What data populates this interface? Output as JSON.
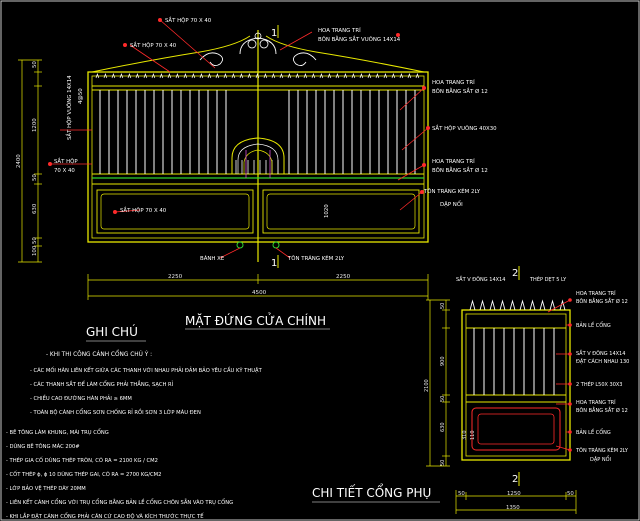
{
  "colors": {
    "background": "#000000",
    "frame": "#e8e800",
    "bars": "#ffffff",
    "green": "#2fd32f",
    "red": "#ff2a2a",
    "label": "#ffffff",
    "dim": "#e8e8e8",
    "magenta": "#d24dd2",
    "border": "#c8c8c8"
  },
  "main_gate": {
    "section_mark": "1",
    "labels": {
      "top_left_1": "SẮT HỘP 70 X 40",
      "top_left_2": "SẮT HỘP 70 X 40",
      "deco_top_1": "HOA TRANG TRÍ",
      "deco_top_2": "BÔN BẰNG SẮT VUÔNG 14X14",
      "deco_right_1": "HOA TRANG TRÍ",
      "deco_right_2": "BÔN BẰNG SẮT Ø 12",
      "sq_tube": "SẮT HỘP VUÔNG 40X30",
      "deco_mid_1": "HOA TRANG TRÍ",
      "deco_mid_2": "BÔN BẰNG SẮT Ø 12",
      "sheet_1": "TÔN TRÁNG KẼM 2LY",
      "sheet_2": "DẬP NỔI",
      "left_vertical": "SẮT HỘP VUÔNG 14X14",
      "left_box_1": "SẮT HỘP",
      "left_box_2": "70 X 40",
      "lower_box": "SẮT HỘP 70 X 40",
      "wheel": "BÁNH XE",
      "bottom_sheet": "TÔN TRÁNG KẼM 2LY"
    },
    "dim_left_inner": [
      "50",
      "1200",
      "50",
      "630",
      "50",
      "100"
    ],
    "dim_left_total": "2400",
    "dim_bottom_half_left": "2250",
    "dim_bottom_half_right": "2250",
    "dim_bottom_total": "4500",
    "dim_inner_1020": "1020",
    "dim_inner_small": "4@50",
    "title": "MẶT ĐỨNG CỬA CHÍNH"
  },
  "notes": {
    "heading": "GHI CHÚ",
    "intro": "KHI THI CÔNG CÁNH CỔNG CHÚ Ý :",
    "items": [
      "CÁC MỐI HÀN LIÊN KẾT GIỮA CÁC THANH VỚI NHAU PHẢI ĐẢM BẢO YÊU CẦU KỸ THUẬT",
      "CÁC THANH SẮT ĐỂ LÀM CỔNG PHẢI THẲNG, SẠCH RỈ",
      "CHIỀU CAO ĐƯỜNG HÀN PHẢI ≥ 6MM",
      "TOÀN BỘ CÁNH CỔNG SƠN CHỐNG RỈ RỒI SƠN 3 LỚP MÀU ĐEN"
    ],
    "bullets": [
      "BÊ TÔNG LÀM KHUNG, MÁI TRỤ CỔNG",
      "DÙNG BÊ TÔNG MÁC 200#",
      "THÉP GIA CỐ DÙNG THÉP TRÒN, CÓ RA = 2100 KG / CM2",
      "CỐT THÉP ɸ, ɸ 10 DÙNG THÉP GAI, CÓ RA = 2700 KG/CM2",
      "LỚP BẢO VỆ THÉP DÀY 20MM",
      "LIÊN KẾT CÁNH CỔNG VỚI TRỤ CỔNG BẰNG BẢN LỀ CỔNG CHÔN SẴN VÀO TRỤ CỔNG",
      "KHI LẮP ĐẶT CÁNH CỔNG PHẢI CĂN CỨ CAO ĐỘ VÀ KÍCH THƯỚC THỰC TẾ"
    ]
  },
  "side_gate": {
    "section_mark": "2",
    "labels": {
      "top_tube": "SẮT V ĐÔNG 14X14",
      "top_plate": "THÉP DẸT 5 LY",
      "deco_1": "HOA TRANG TRÍ",
      "deco_2": "BÔN BẰNG SẮT Ø 12",
      "hinge": "BẢN LỀ CỔNG",
      "sq_1": "SẮT V ĐÔNG 14X14",
      "sq_2": "ĐẶT CÁCH NHAU 130",
      "flat": "2 THÉP L50X 30X3",
      "deco_low_1": "HOA TRANG TRÍ",
      "deco_low_2": "BÔN BẰNG SẮT Ø 12",
      "hinge_low": "BẢN LỀ CỔNG",
      "sheet_1": "TÔN TRÁNG KẼM 2LY",
      "sheet_2": "DẬP NỔI"
    },
    "dim_left": [
      "50",
      "900",
      "50",
      "630",
      "50"
    ],
    "dim_left_total": "2100",
    "dim_inner": [
      "310",
      "110"
    ],
    "dim_bottom": [
      "50",
      "1250",
      "50"
    ],
    "dim_bottom_total": "1350",
    "title": "CHI TIẾT CỔNG PHỤ"
  }
}
